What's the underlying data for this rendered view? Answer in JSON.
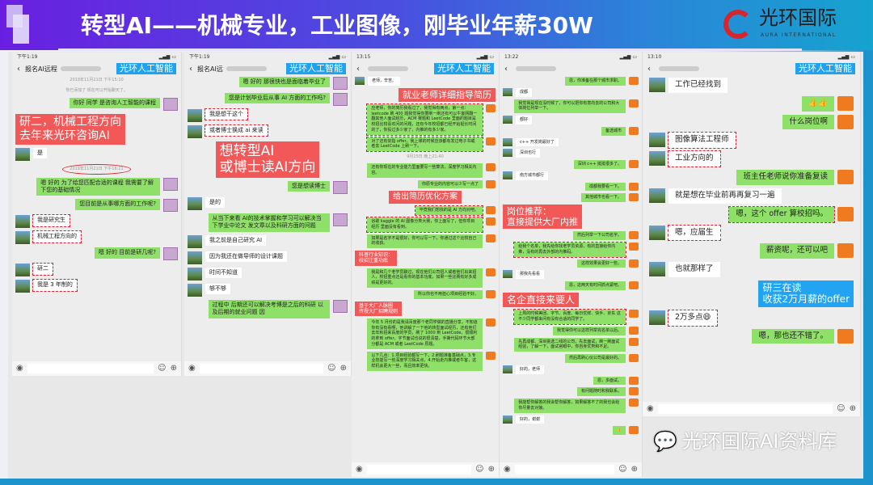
{
  "header": {
    "title": "转型AI——机械专业，工业图像，刚毕业年薪30W",
    "logo_cn": "光环国际",
    "logo_en": "AURA INTERNATIONAL",
    "colors": {
      "start": "#6a1fe0",
      "end": "#16a3cf"
    }
  },
  "watermark": {
    "icon": "wechat-icon",
    "text": "光环国际AI资料库"
  },
  "panels": [
    {
      "id": "p1",
      "status_time": "下午1:19",
      "chat_title": "报名AI远程",
      "tag": "光环人工智能",
      "messages": [
        {
          "t": "time",
          "text": "2019年11月21日 下午15:10"
        },
        {
          "t": "time",
          "text": "你已添加了 现在可以开始聊天了。"
        },
        {
          "t": "r",
          "text": "你好 同学 是咨询人工智能的课程",
          "av": "girl"
        },
        {
          "t": "l",
          "text": "是"
        },
        {
          "t": "time",
          "text": "2019年11月21日 下午16:21",
          "circ": true
        },
        {
          "t": "r",
          "text": "嗯 好的 为了给您匹配合适的课程 我需要了解下您的基础情况",
          "av": "girl"
        },
        {
          "t": "r",
          "text": "您目前是从事哪方面的工作呢?",
          "av": "girl"
        },
        {
          "t": "l",
          "text": "我是研究生",
          "mark": true
        },
        {
          "t": "l",
          "text": "机械工程方向的",
          "mark": true
        },
        {
          "t": "r",
          "text": "嗯 好的 目前是研几呢?",
          "av": "girl"
        },
        {
          "t": "l",
          "text": "研二",
          "mark": true
        },
        {
          "t": "l",
          "text": "我是 3 年制的",
          "mark": true
        }
      ],
      "callouts": [
        {
          "text": "研二，机械工程方向\n去年来光环咨询AI",
          "cls": "c1"
        }
      ]
    },
    {
      "id": "p2",
      "status_time": "下午1:19",
      "chat_title": "报名AI远",
      "tag": "光环人工智能",
      "messages": [
        {
          "t": "r",
          "text": "嗯 好的 那很快也是面临着毕业了",
          "av": "girl"
        },
        {
          "t": "r",
          "text": "您是计划毕业后从事 AI 方面的工作吗?",
          "av": "girl"
        },
        {
          "t": "l",
          "text": "我是想干这个",
          "mark": true
        },
        {
          "t": "l",
          "text": "或者博士换成 ai 来读",
          "mark": true
        },
        {
          "t": "r",
          "text": "您是想读博士",
          "av": "girl"
        },
        {
          "t": "l",
          "text": "是的"
        },
        {
          "t": "r",
          "text": "从当下来看 AI的技术掌握和学习可以解决当下学业中论文 发文章以及科研方面的问题",
          "av": "girl"
        },
        {
          "t": "l",
          "text": "我之前是自己研究 AI"
        },
        {
          "t": "l",
          "text": "因为我还在做导师的设计课题"
        },
        {
          "t": "l",
          "text": "时间不知道"
        },
        {
          "t": "l",
          "text": "够不够"
        },
        {
          "t": "r",
          "text": "过程中 后期还可以解决考博是之后的科研 以及后期的就业问题 因",
          "av": "girl"
        }
      ],
      "callouts": [
        {
          "text": "想转型AI\n或博士读AI方向",
          "cls": "c2"
        }
      ]
    },
    {
      "id": "p3",
      "status_time": "13:15",
      "chat_title": "",
      "tag": "光环人工智能",
      "messages": [
        {
          "t": "l",
          "text": "老师，辛苦。"
        },
        {
          "t": "r",
          "text": "应老师，你的简历我看过了，我觉得有两点，第一点：leetcode 刷 400 题我觉得你要刷一刷还有可以牛客网翻一翻其他人面试经历，ACM 赛题和 LeetCode 里面的题目是校招比较喜欢问的问题，还有今年校招都已经开始挺长时间的了，你投过多少家了，内推的有多少家。",
          "mark": true
        },
        {
          "t": "r",
          "text": "对了还有剑指 offer，我上课的时候应该都有发过电子书或者去 LeetCode 上刷一下。",
          "mark": true
        },
        {
          "t": "time",
          "text": "9月15日 晚上21:40"
        },
        {
          "t": "r",
          "text": "还有你现在的专业能力里面要写一些算法，深度学习相关内容。"
        },
        {
          "t": "r",
          "text": "你原专业的内容可以少写一点了"
        },
        {
          "t": "r",
          "text": "毕竟我们想找的是 AI 方向对吧。",
          "mark": true
        },
        {
          "t": "r",
          "text": "谷歌 kaggle 的 AI 图像分类大赛，你上面写了，但你项目经历 里面没有看到。",
          "mark": true
        },
        {
          "t": "r",
          "text": "如果是名字不是很好，你可以写一下，你通过这个比较自己的收获。"
        },
        {
          "t": "r",
          "text": "我是和几个老学员聊过，现在他们公司招人或者他们出来招人，校招重点还是看你的基本功底，如果一些比赛有好多成绩是更好的。"
        },
        {
          "t": "r",
          "text": "所以你也不用担心项目经验不好。"
        },
        {
          "t": "r",
          "text": "今年 5 月份的是我请百度那个老同学做的直播分享，不知道你有没有看啊，他讲解了一下他的转型面试经历，还有他们去年秋招来百度的学员，刷了 1000 到 LeetCode，很顺利的拿到 offer，字节面试也说的很清楚，手撕代码环节大部分都是 ACM 或者 LeetCode 原题。"
        },
        {
          "t": "r",
          "text": "以下几点：1.项目经验都写一下，2.刷题准备基础点，3.专业技能写一些深度学习相关点，4.开始走内推或者牛客，这样机会更大一些，而且效率更快。"
        }
      ],
      "callouts": [
        {
          "text": "就业老师详细指导简历",
          "cls": "c3"
        },
        {
          "text": "给出简历优化方案",
          "cls": "c4"
        },
        {
          "text": "科普行业知识：\n校招注重功底",
          "cls": "c5"
        },
        {
          "text": "基于大厂人脉圈\n传授大厂招聘规则",
          "cls": "c6"
        }
      ]
    },
    {
      "id": "p4",
      "status_time": "13:22",
      "chat_title": "",
      "tag": "",
      "messages": [
        {
          "t": "r",
          "text": "恩，你准备在那个城市求职。"
        },
        {
          "t": "l",
          "text": "成都"
        },
        {
          "t": "r",
          "text": "我觉得是现在没时候了，你可以把你有意向去的公司和大体岗位列举一下。"
        },
        {
          "t": "l",
          "text": "都好"
        },
        {
          "t": "r",
          "text": "备选城市"
        },
        {
          "t": "l",
          "text": "c++ 开发岗最好了"
        },
        {
          "t": "l",
          "text": "深圳也行"
        },
        {
          "t": "r",
          "text": "深圳 c++ 挺挺很多了。"
        },
        {
          "t": "l",
          "text": "南方城市都行"
        },
        {
          "t": "r",
          "text": "成都我要看一下。"
        },
        {
          "t": "r",
          "text": "其他城市也看一下。"
        },
        {
          "t": "r",
          "text": "然后列举一下公司名字。"
        },
        {
          "t": "r",
          "text": "给我个名单，我先给你找老学员资源，有的直接给你内推，没有的再去外部的内推码。",
          "mark": true
        },
        {
          "t": "r",
          "text": "这样效果会更好一些。"
        },
        {
          "t": "l",
          "text": "那我先看看"
        },
        {
          "t": "r",
          "text": "恩，这两天有时间抓点紧吧。"
        },
        {
          "t": "r",
          "text": "上周的时候美团、字节、百度、每日优鲜、快手、京东 这不少同学都来问有没有合适的同学了。",
          "mark": true
        },
        {
          "t": "r",
          "text": "我觉得你可以这样列举完名单以后。"
        },
        {
          "t": "r",
          "text": "先再成都、深圳挑选二线的公司，先去面试，刷一刷面试经验，了解一下，面试官眼中，你自身优势和不足。"
        },
        {
          "t": "r",
          "text": "然后再刷心仪公司是最好的。"
        },
        {
          "t": "l",
          "text": "好的，老师"
        },
        {
          "t": "r",
          "text": "恩，多面试。"
        },
        {
          "t": "r",
          "text": "有问题随时和我联系。"
        },
        {
          "t": "r",
          "text": "我能帮你解答的我会帮你解答，如果解答不了的我也会给你尽量去对接。"
        },
        {
          "t": "l",
          "text": "好的，谢谢"
        },
        {
          "t": "r",
          "text": "👍"
        }
      ],
      "callouts": [
        {
          "text": "岗位推荐：\n直接提供大厂内推",
          "cls": "c7"
        },
        {
          "text": "名企直接来要人",
          "cls": "c8"
        }
      ]
    },
    {
      "id": "p5",
      "status_time": "13:10",
      "chat_title": "",
      "tag": "光环人工智能",
      "messages": [
        {
          "t": "l",
          "text": "工作已经找到"
        },
        {
          "t": "r",
          "text": "👍👍"
        },
        {
          "t": "r",
          "text": "什么岗位啊"
        },
        {
          "t": "l",
          "text": "图像算法工程师",
          "mark": true
        },
        {
          "t": "l",
          "text": "工业方向的",
          "mark": true
        },
        {
          "t": "r",
          "text": "班主任老师说你准备复读"
        },
        {
          "t": "l",
          "text": "就是想在毕业前再再复习一遍"
        },
        {
          "t": "r",
          "text": "嗯，这个 offer 算校招吗。",
          "mark": true
        },
        {
          "t": "l",
          "text": "嗯，应届生",
          "mark": true
        },
        {
          "t": "r",
          "text": "薪资呢，还可以吧"
        },
        {
          "t": "l",
          "text": "也就那样了"
        },
        {
          "t": "l",
          "text": "2万多点😄",
          "mark": true
        },
        {
          "t": "r",
          "text": "嗯，那也还不错了。"
        }
      ],
      "callouts": [
        {
          "text": "研三在读\n收获2万月薪的offer",
          "cls": "c9 blue"
        }
      ]
    }
  ]
}
